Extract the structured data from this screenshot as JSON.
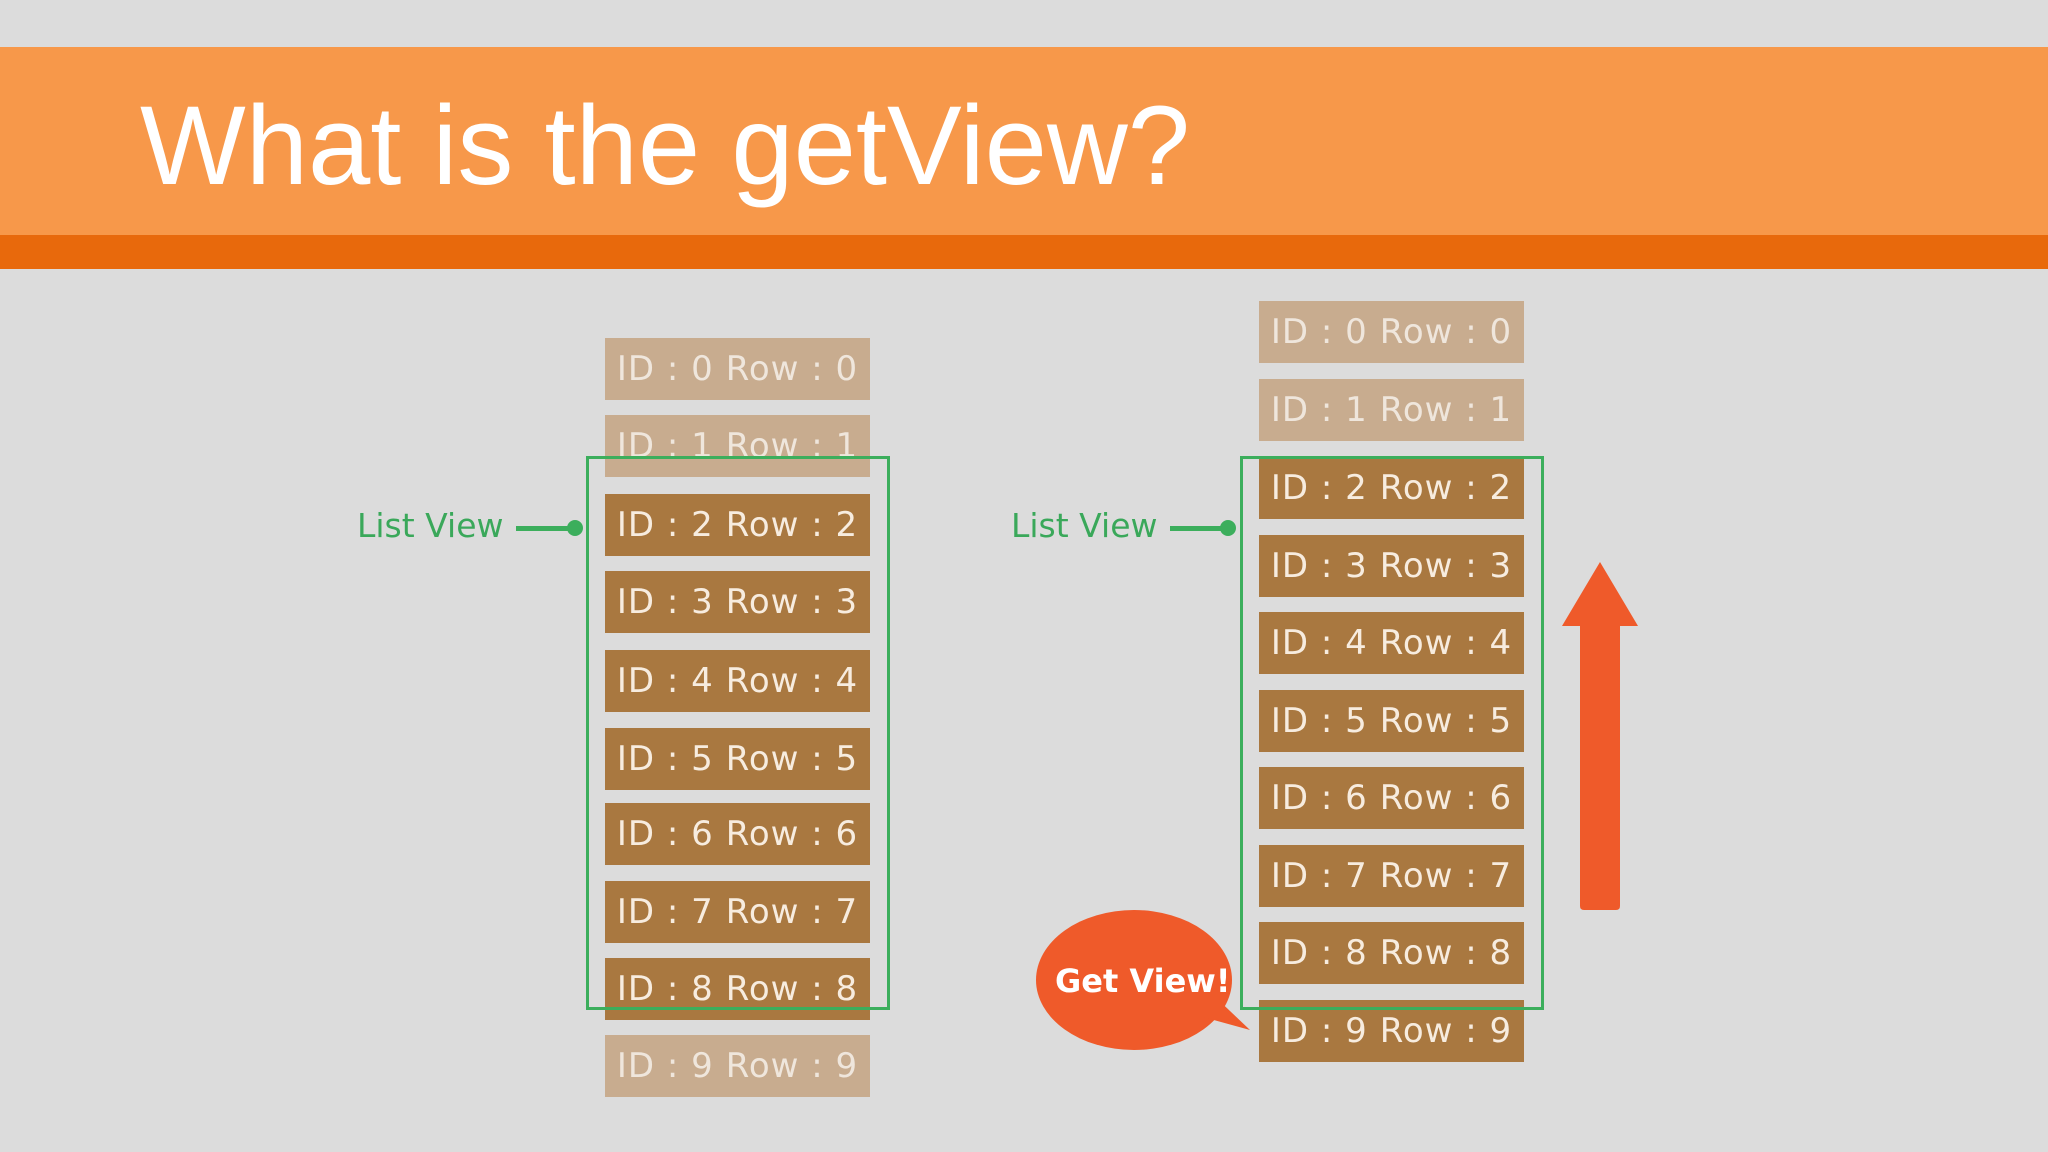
{
  "slide": {
    "title": "What is the getView?",
    "colors": {
      "header": "#f7984a",
      "header_stripe": "#e8690c",
      "background": "#dcdcdc",
      "row_dim": "#c8ac8f",
      "row_active": "#a97840",
      "frame": "#3cae5c",
      "callout": "#ef5a2a"
    }
  },
  "left_diagram": {
    "label": "List View",
    "rows": [
      {
        "id": "ID : 0",
        "row": "Row : 0",
        "visible_in_list": false
      },
      {
        "id": "ID : 1",
        "row": "Row : 1",
        "visible_in_list": false
      },
      {
        "id": "ID : 2",
        "row": "Row : 2",
        "visible_in_list": true
      },
      {
        "id": "ID : 3",
        "row": "Row : 3",
        "visible_in_list": true
      },
      {
        "id": "ID : 4",
        "row": "Row : 4",
        "visible_in_list": true
      },
      {
        "id": "ID : 5",
        "row": "Row : 5",
        "visible_in_list": true
      },
      {
        "id": "ID : 6",
        "row": "Row : 6",
        "visible_in_list": true
      },
      {
        "id": "ID : 7",
        "row": "Row : 7",
        "visible_in_list": true
      },
      {
        "id": "ID : 8",
        "row": "Row : 8",
        "visible_in_list": true
      },
      {
        "id": "ID : 9",
        "row": "Row : 9",
        "visible_in_list": false
      }
    ]
  },
  "right_diagram": {
    "label": "List View",
    "callout": "Get View!",
    "arrow_direction": "up",
    "rows": [
      {
        "id": "ID : 0",
        "row": "Row : 0",
        "visible_in_list": false
      },
      {
        "id": "ID : 1",
        "row": "Row : 1",
        "visible_in_list": false
      },
      {
        "id": "ID : 2",
        "row": "Row : 2",
        "visible_in_list": true
      },
      {
        "id": "ID : 3",
        "row": "Row : 3",
        "visible_in_list": true
      },
      {
        "id": "ID : 4",
        "row": "Row : 4",
        "visible_in_list": true
      },
      {
        "id": "ID : 5",
        "row": "Row : 5",
        "visible_in_list": true
      },
      {
        "id": "ID : 6",
        "row": "Row : 6",
        "visible_in_list": true
      },
      {
        "id": "ID : 7",
        "row": "Row : 7",
        "visible_in_list": true
      },
      {
        "id": "ID : 8",
        "row": "Row : 8",
        "visible_in_list": true
      },
      {
        "id": "ID : 9",
        "row": "Row : 9",
        "visible_in_list": true
      }
    ]
  }
}
